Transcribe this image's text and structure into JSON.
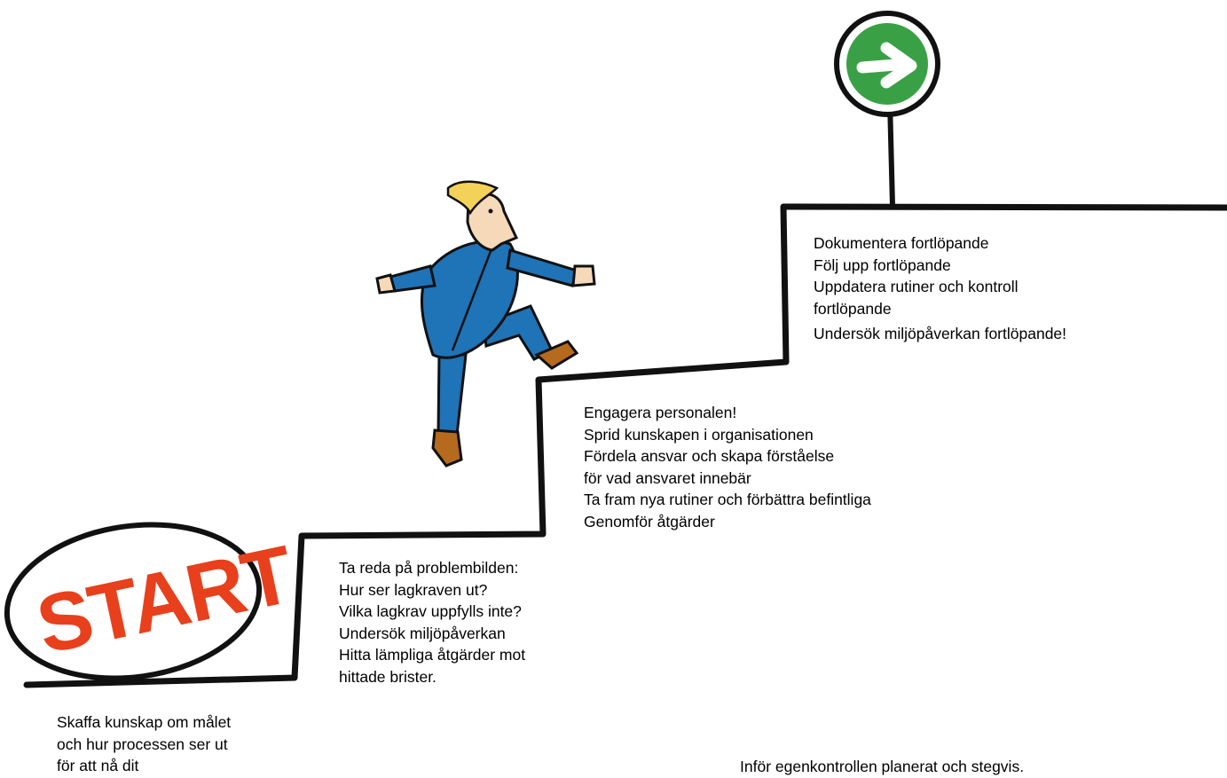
{
  "start_sign": {
    "label": "START",
    "color": "#e8401c"
  },
  "goal_sign": {
    "icon": "arrow-right-icon",
    "color": "#3aa046"
  },
  "steps": [
    {
      "lines": [
        "Skaffa kunskap om målet",
        "och hur processen ser ut",
        "för att nå dit"
      ]
    },
    {
      "lines": [
        "Ta reda på problembilden:",
        "Hur ser lagkraven ut?",
        "Vilka lagkrav uppfylls inte?",
        "Undersök miljöpåverkan",
        "Hitta lämpliga åtgärder mot",
        "hittade brister."
      ]
    },
    {
      "lines": [
        "Engagera personalen!",
        "Sprid kunskapen i organisationen",
        "Fördela ansvar och skapa förståelse",
        "för vad ansvaret innebär",
        "Ta fram nya rutiner och förbättra befintliga",
        "Genomför åtgärder"
      ]
    },
    {
      "lines": [
        "Dokumentera fortlöpande",
        "Följ upp fortlöpande",
        "Uppdatera rutiner och kontroll",
        "fortlöpande",
        "Undersök miljöpåverkan fortlöpande!"
      ]
    }
  ],
  "footer": "Inför egenkontrollen planerat och stegvis.",
  "colors": {
    "figure_suit": "#1f73b7",
    "shoe": "#b66a1e",
    "hair": "#f4d25a",
    "skin": "#f6d9b8"
  }
}
